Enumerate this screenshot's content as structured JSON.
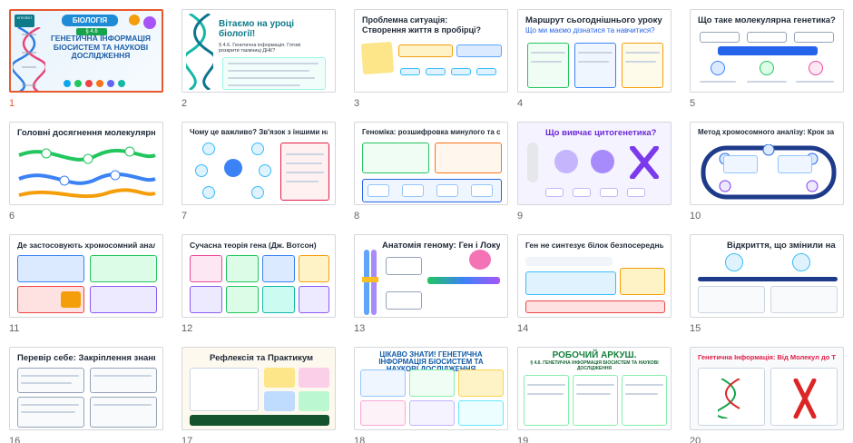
{
  "slides": [
    {
      "number": "1",
      "title": "БІОЛОГІЯ",
      "subtitle": "ГЕНЕТИЧНА ІНФОРМАЦІЯ БІОСИСТЕМ ТА НАУКОВІ ДОСЛІДЖЕННЯ",
      "badge": "9 КЛАС",
      "lesson": "§ 4.6",
      "selected": true
    },
    {
      "number": "2",
      "title": "Вітаємо на уроці біології!",
      "subtitle": "§ 4.6. Генетична інформація. Готові розкрити таємниці ДНК?"
    },
    {
      "number": "3",
      "title": "Проблемна ситуація:",
      "subtitle": "Створення життя в пробірці?"
    },
    {
      "number": "4",
      "title": "Маршрут сьогоднішнього уроку",
      "subtitle": "Що ми маємо дізнатися та навчитися?"
    },
    {
      "number": "5",
      "title": "Що таке молекулярна генетика?",
      "subtitle": ""
    },
    {
      "number": "6",
      "title": "Головні досягнення молекулярної генетики",
      "subtitle": ""
    },
    {
      "number": "7",
      "title": "Чому це важливо? Зв'язок з іншими науками",
      "subtitle": ""
    },
    {
      "number": "8",
      "title": "Геноміка: розшифровка минулого та сучасності",
      "subtitle": ""
    },
    {
      "number": "9",
      "title": "Що вивчає цитогенетика?",
      "subtitle": ""
    },
    {
      "number": "10",
      "title": "Метод хромосомного аналізу: Крок за кроком",
      "subtitle": ""
    },
    {
      "number": "11",
      "title": "Де застосовують хромосомний аналіз?",
      "subtitle": ""
    },
    {
      "number": "12",
      "title": "Сучасна теорія гена (Дж. Вотсон)",
      "subtitle": ""
    },
    {
      "number": "13",
      "title": "Анатомія геному: Ген і Локус",
      "subtitle": ""
    },
    {
      "number": "14",
      "title": "Ген не синтезує білок безпосередньо!",
      "subtitle": ""
    },
    {
      "number": "15",
      "title": "Відкриття, що змінили науку",
      "subtitle": ""
    },
    {
      "number": "16",
      "title": "Перевір себе: Закріплення знань",
      "subtitle": ""
    },
    {
      "number": "17",
      "title": "Рефлексія та Практикум",
      "subtitle": ""
    },
    {
      "number": "18",
      "title": "ЦІКАВО ЗНАТИ! ГЕНЕТИЧНА ІНФОРМАЦІЯ БІОСИСТЕМ ТА НАУКОВІ ДОСЛІДЖЕННЯ",
      "subtitle": ""
    },
    {
      "number": "19",
      "title": "РОБОЧИЙ АРКУШ.",
      "subtitle": "§ 4.6. ГЕНЕТИЧНА ІНФОРМАЦІЯ БІОСИСТЕМ ТА НАУКОВІ ДОСЛІДЖЕННЯ"
    },
    {
      "number": "20",
      "title": "Генетична Інформація: Від Молекул до Теорії Гена",
      "subtitle": ""
    }
  ],
  "colors": {
    "selected_border": "#e8592d",
    "thumb_border": "#d4d7dc",
    "number_text": "#5f6368"
  }
}
